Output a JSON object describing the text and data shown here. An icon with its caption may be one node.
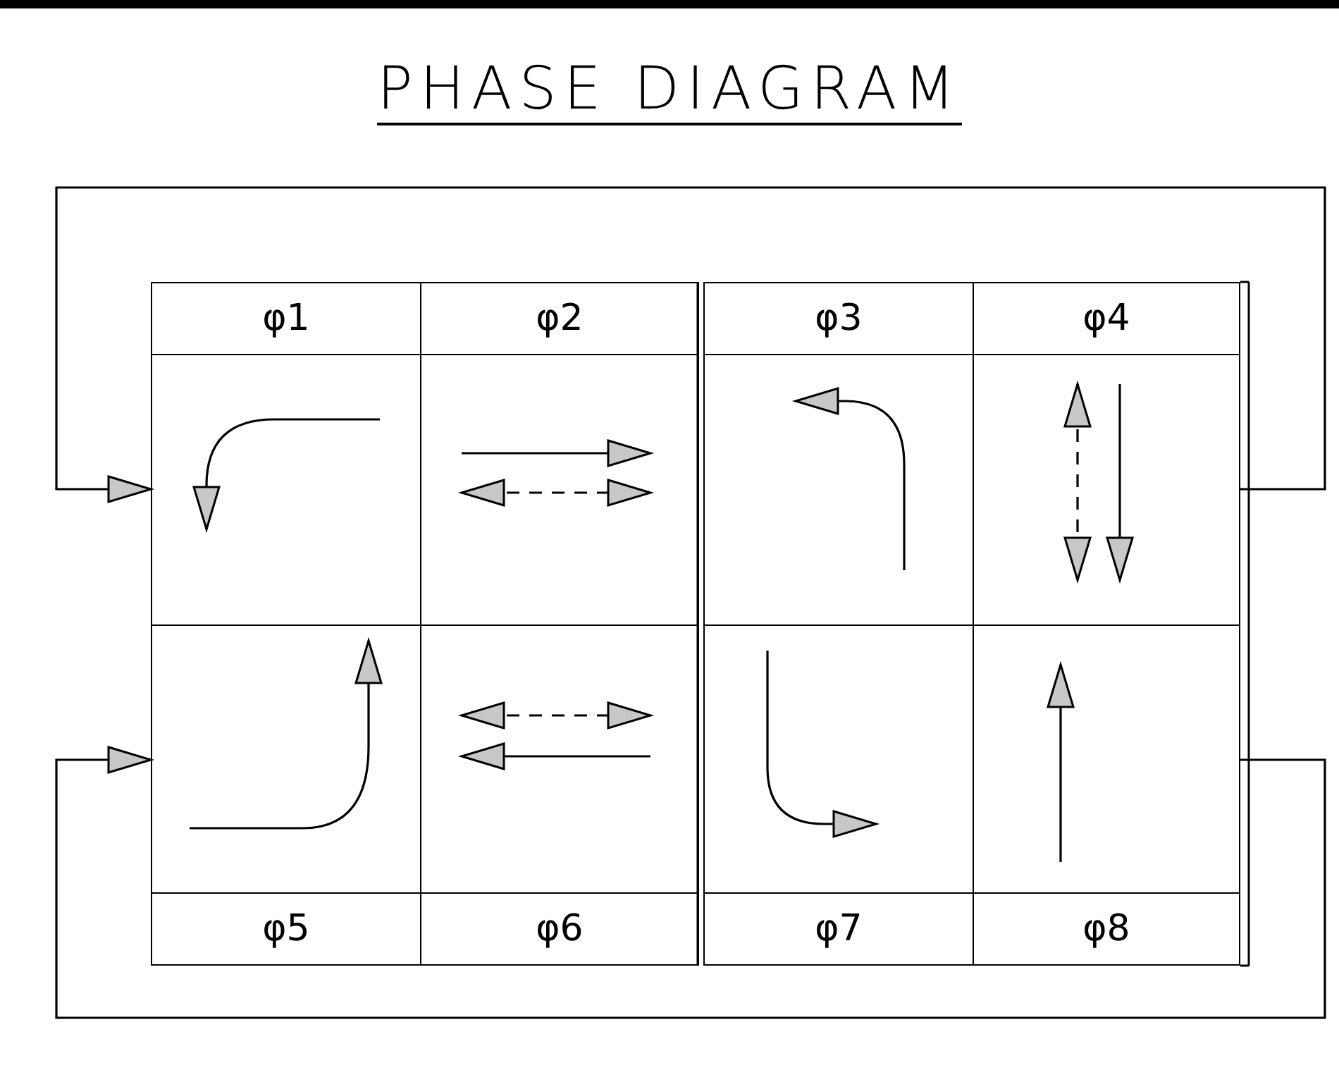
{
  "diagram": {
    "title": "PHASE DIAGRAM",
    "nodes": [
      {
        "text": [
          "φ1"
        ]
      },
      {
        "text": [
          "φ2"
        ]
      },
      {
        "text": [
          "φ3"
        ]
      },
      {
        "text": [
          "φ4"
        ]
      },
      {
        "text": [
          "φ5"
        ]
      },
      {
        "text": [
          "φ6"
        ]
      },
      {
        "text": [
          "φ7"
        ]
      },
      {
        "text": [
          "φ8"
        ]
      }
    ],
    "edges": [
      {
        "from": 3,
        "to": 0,
        "arrow": "to"
      },
      {
        "from": 7,
        "to": 4,
        "arrow": "to"
      }
    ]
  }
}
